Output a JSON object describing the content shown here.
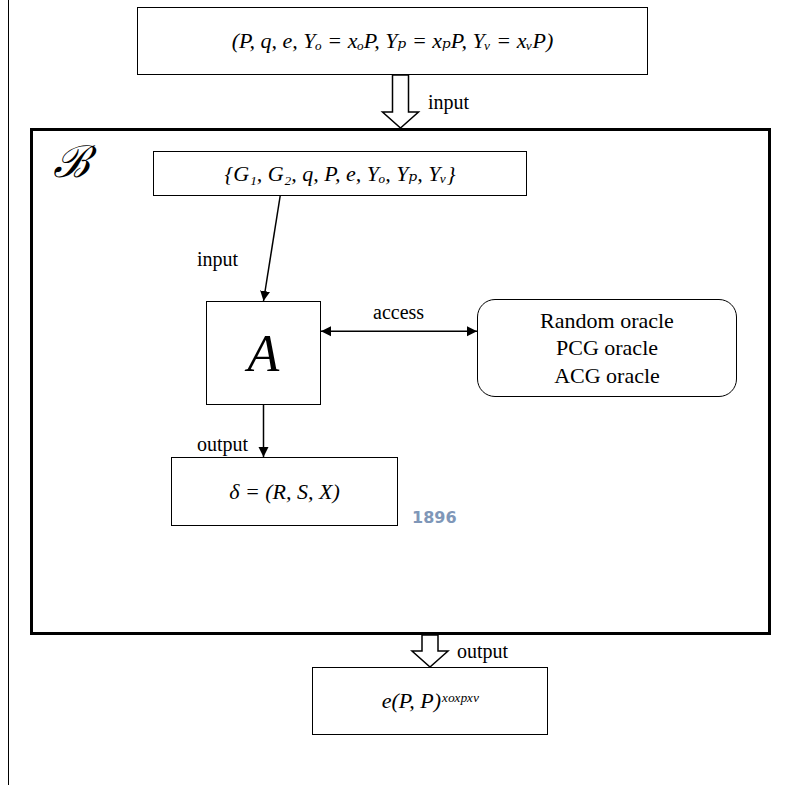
{
  "diagram": {
    "nodes": [
      {
        "text": [
          "(P, q, e, Yₒ = xₒP, Yₚ = xₚP, Yᵥ = xᵥP)"
        ]
      },
      {
        "text": [
          "ℬ"
        ]
      },
      {
        "text": [
          "{G₁, G₂, q, P, e, Yₒ, Yₚ, Yᵥ}"
        ],
        "in": 1
      },
      {
        "text": [
          "A"
        ],
        "in": 1
      },
      {
        "text": [
          "Random oracle",
          "PCG oracle",
          "ACG oracle"
        ],
        "in": 1
      },
      {
        "text": [
          "δ = (R, S, X)"
        ],
        "in": 1
      },
      {
        "text": [
          "e(P, P)ˣᵒˣᵖˣᵛ"
        ]
      }
    ],
    "edges": [
      {
        "from": 0,
        "to": 1,
        "arrow": "to",
        "label": "input"
      },
      {
        "from": 2,
        "to": 3,
        "arrow": "to",
        "label": "input"
      },
      {
        "from": 3,
        "to": 4,
        "arrow": "both",
        "label": "access"
      },
      {
        "from": 3,
        "to": 5,
        "arrow": "to",
        "label": "output"
      },
      {
        "from": 1,
        "to": 6,
        "arrow": "to",
        "label": "output"
      }
    ],
    "labels": [
      "1896"
    ]
  }
}
